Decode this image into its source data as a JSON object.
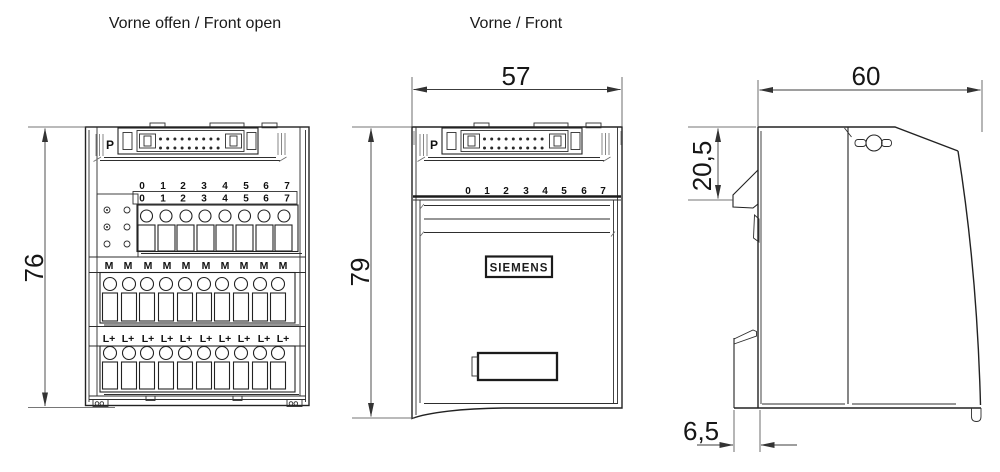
{
  "titles": {
    "front_open": "Vorne offen / Front open",
    "front": "Vorne / Front"
  },
  "dimensions": {
    "front_open_height": "76",
    "front_width": "57",
    "front_height": "79",
    "side_depth": "60",
    "side_top_offset": "20,5",
    "side_rail_foot": "6,5"
  },
  "labels": {
    "connector": "P",
    "ground": "M",
    "power": "L+",
    "brand": "SIEMENS"
  },
  "channels": [
    "0",
    "1",
    "2",
    "3",
    "4",
    "5",
    "6",
    "7"
  ]
}
